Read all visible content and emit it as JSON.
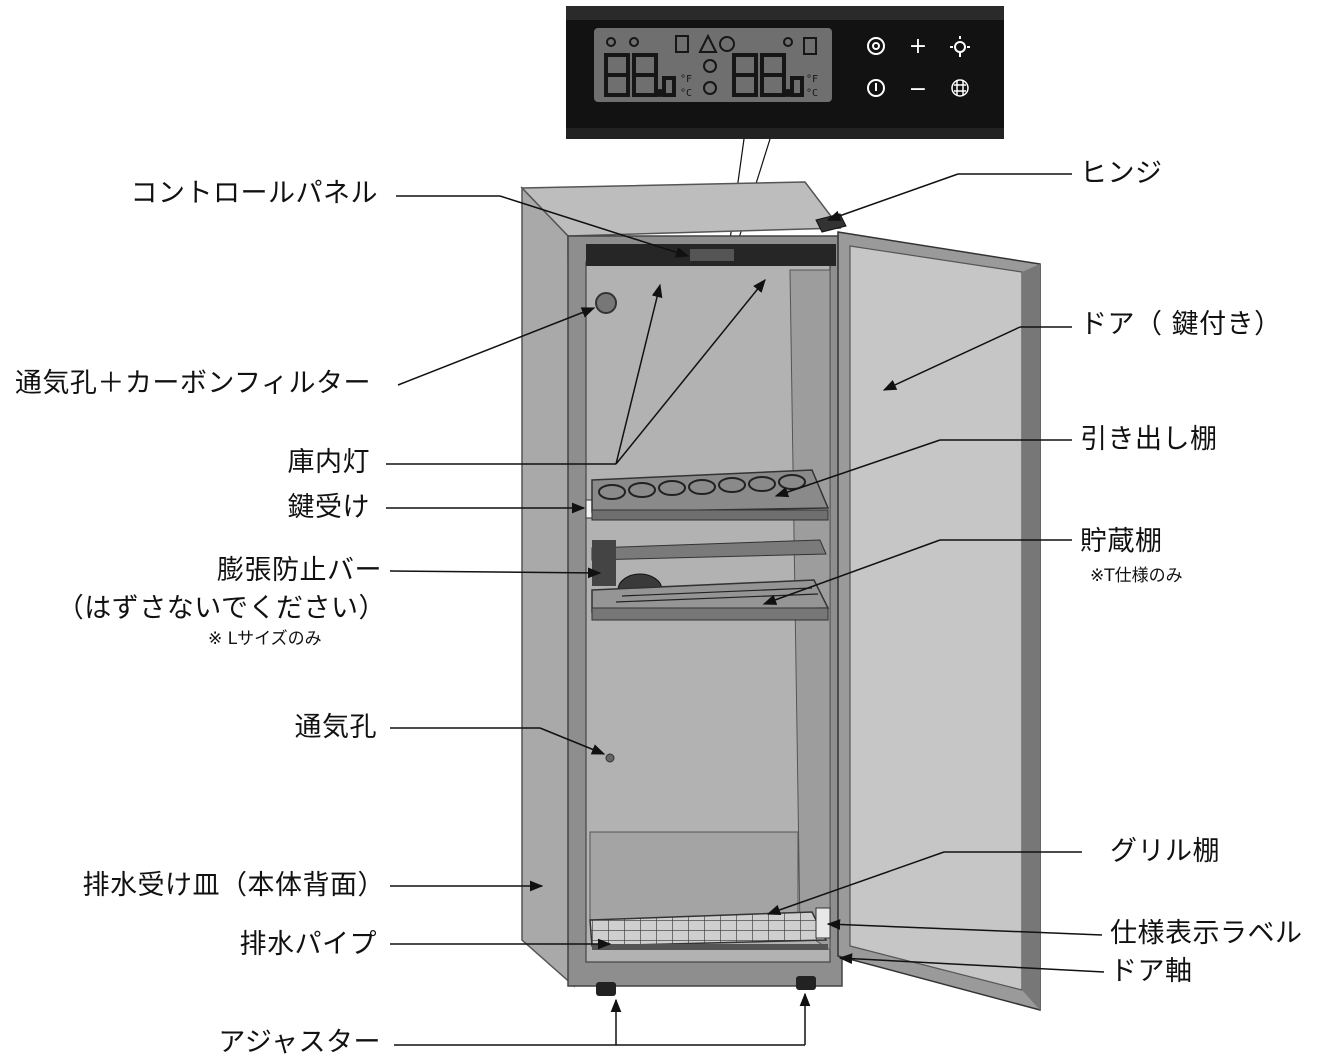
{
  "labels": {
    "control_panel": "コントロールパネル",
    "vent_carbon_filter": "通気孔＋カーボンフィルター",
    "interior_light": "庫内灯",
    "key_receiver": "鍵受け",
    "anti_swelling_bar": "膨張防止バー",
    "anti_swelling_note1": "（はずさないでください）",
    "anti_swelling_note2": "※ Lサイズのみ",
    "vent": "通気孔",
    "drain_tray": "排水受け皿（本体背面）",
    "drain_pipe": "排水パイプ",
    "adjuster": "アジャスター",
    "hinge": "ヒンジ",
    "door": "ドア（ 鍵付き）",
    "drawer_shelf": "引き出し棚",
    "storage_shelf": "貯蔵棚",
    "storage_shelf_note": "※T仕様のみ",
    "grill_shelf": "グリル棚",
    "spec_label": "仕様表示ラベル",
    "door_axis": "ドア軸"
  },
  "panel": {
    "left_digits": "88.8",
    "right_digits": "88.8",
    "unit_f": "°F",
    "unit_c": "°C",
    "icons": [
      "settings-icon",
      "plus-icon",
      "light-icon",
      "power-icon",
      "minus-icon",
      "grid-icon"
    ],
    "plus_symbol": "+",
    "minus_symbol": "−"
  }
}
